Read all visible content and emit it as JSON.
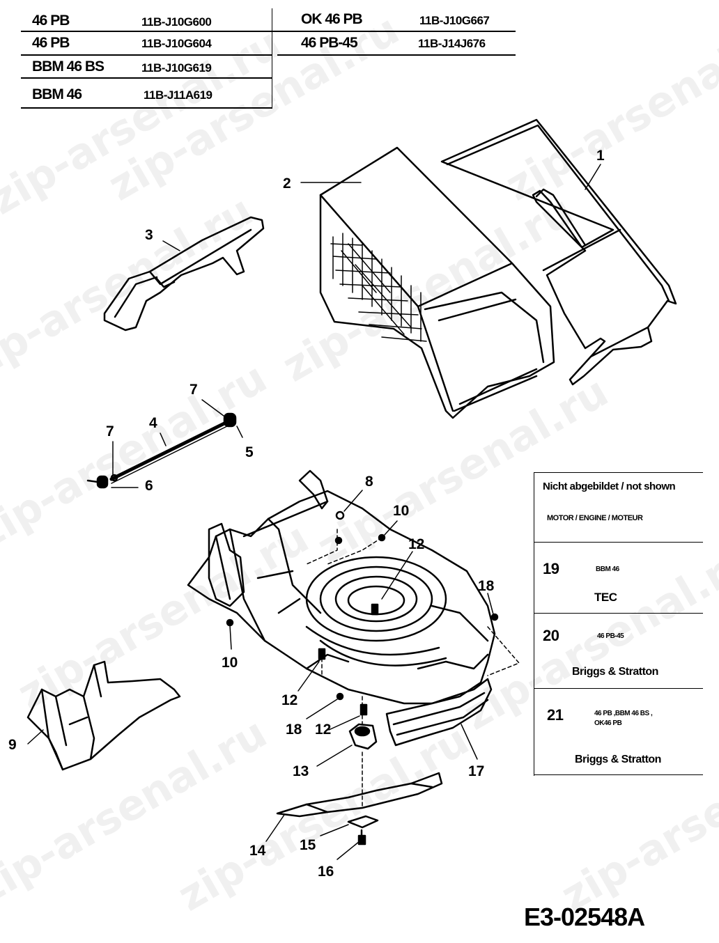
{
  "models_left": [
    {
      "model": "46 PB",
      "code": "11B-J10G600"
    },
    {
      "model": "46 PB",
      "code": "11B-J10G604"
    },
    {
      "model": "BBM 46 BS",
      "code": "11B-J10G619"
    },
    {
      "model": "BBM 46",
      "code": "11B-J11A619"
    }
  ],
  "models_right": [
    {
      "model": "OK 46 PB",
      "code": "11B-J10G667"
    },
    {
      "model": "46 PB-45",
      "code": "11B-J14J676"
    }
  ],
  "not_shown": {
    "title": "Nicht abgebildet / not shown",
    "subtitle": "MOTOR / ENGINE / MOTEUR",
    "items": [
      {
        "num": "19",
        "model": "BBM 46",
        "engine": "TEC"
      },
      {
        "num": "20",
        "model": "46 PB-45",
        "engine": "Briggs & Stratton"
      },
      {
        "num": "21",
        "model": "46 PB ,BBM 46 BS ,\nOK46 PB",
        "engine": "Briggs & Stratton"
      }
    ]
  },
  "part_labels": {
    "p1": "1",
    "p2": "2",
    "p3": "3",
    "p4": "4",
    "p5": "5",
    "p6": "6",
    "p7a": "7",
    "p7b": "7",
    "p8": "8",
    "p9": "9",
    "p10a": "10",
    "p10b": "10",
    "p12a": "12",
    "p12b": "12",
    "p12c": "12",
    "p13": "13",
    "p14": "14",
    "p15": "15",
    "p16": "16",
    "p17": "17",
    "p18a": "18",
    "p18b": "18"
  },
  "watermark": "zip-arsenal.ru",
  "drawing_code": "E3-02548A"
}
